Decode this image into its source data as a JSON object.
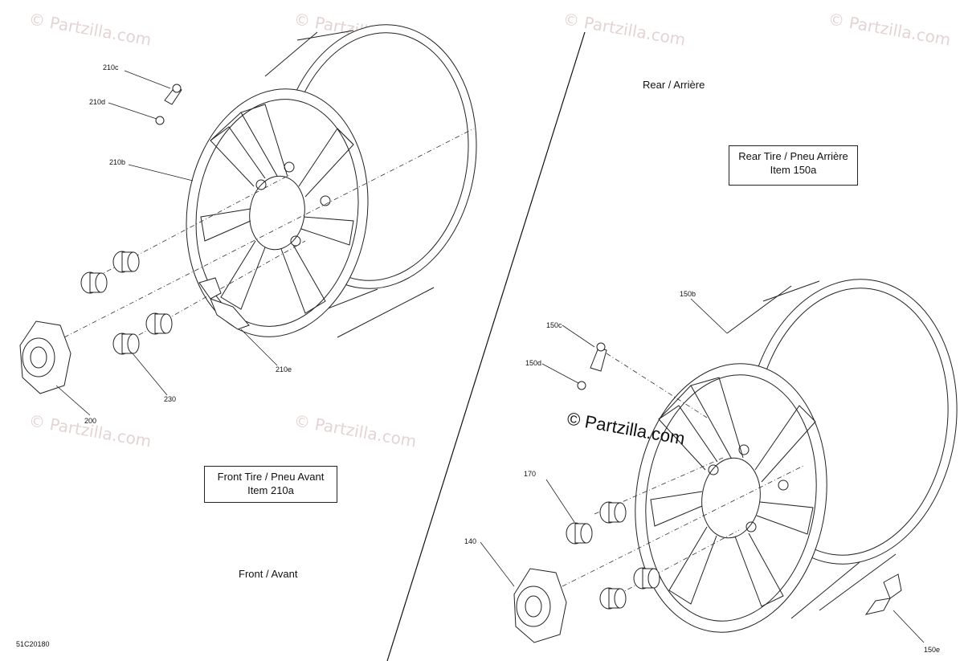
{
  "watermark": "© Partzilla.com",
  "main_watermark": "© Partzilla.com",
  "sections": {
    "rear": "Rear / Arrière",
    "front": "Front / Avant"
  },
  "boxes": {
    "rear_line1": "Rear Tire / Pneu Arrière",
    "rear_line2": "Item 150a",
    "front_line1": "Front Tire / Pneu Avant",
    "front_line2": "Item 210a"
  },
  "diagram_code": "51C20180",
  "callouts": {
    "c210c": "210c",
    "c210d": "210d",
    "c210b": "210b",
    "c210e": "210e",
    "c230": "230",
    "c200": "200",
    "c150b": "150b",
    "c150c": "150c",
    "c150d": "150d",
    "c170": "170",
    "c140": "140",
    "c150e": "150e"
  }
}
